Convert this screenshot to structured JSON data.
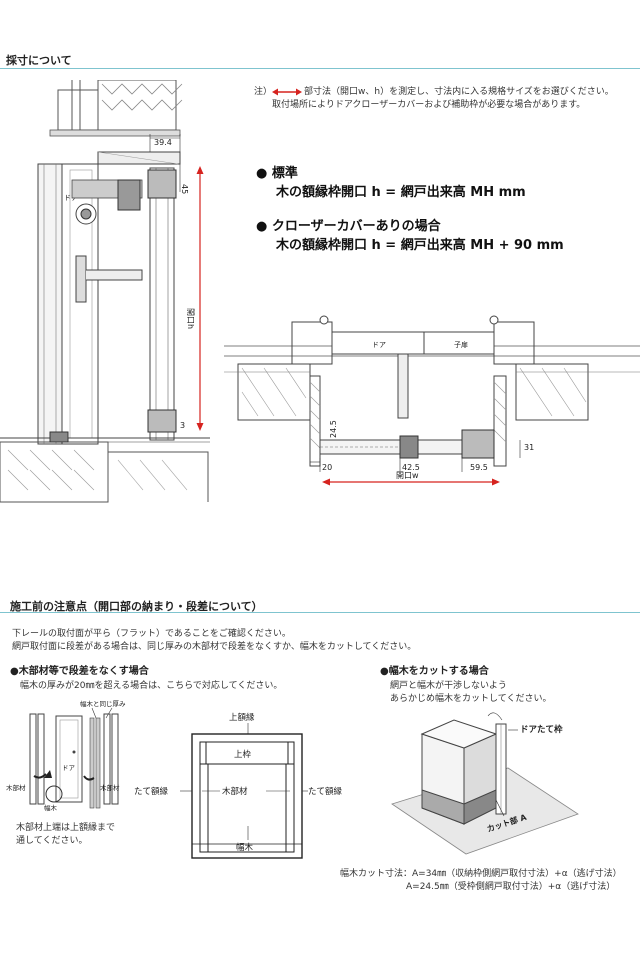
{
  "section1": {
    "title": "採寸について",
    "note_prefix": "注）",
    "note_line1": "部寸法（開口w、h）を測定し、寸法内に入る規格サイズをお選びください。",
    "note_line2": "取付場所によりドアクローザーカバーおよび補助枠が必要な場合があります。",
    "standard_heading": "● 標準",
    "standard_formula": "木の額縁枠開口 h = 網戸出来高 MH mm",
    "closer_heading": "● クローザーカバーありの場合",
    "closer_formula": "木の額縁枠開口 h = 網戸出来高 MH + 90 mm",
    "side_view": {
      "dim_39_4": "39.4",
      "dim_45": "45",
      "dim_3": "3",
      "label_opening_h": "開口h",
      "label_door": "ドア"
    },
    "plan_view": {
      "label_door": "ドア",
      "label_child_door": "子扉",
      "dim_24_5": "24.5",
      "dim_20": "20",
      "dim_42_5": "42.5",
      "dim_59_5": "59.5",
      "dim_31": "31",
      "label_opening_w": "開口w"
    }
  },
  "section2": {
    "title": "施工前の注意点（開口部の納まり・段差について）",
    "intro_line1": "下レールの取付面が平ら（フラット）であることをご確認ください。",
    "intro_line2": "網戸取付面に段差がある場合は、同じ厚みの木部材で段差をなくすか、幅木をカットしてください。",
    "left": {
      "heading": "●木部材等で段差をなくす場合",
      "sub": "幅木の厚みが20㎜を超える場合は、こちらで対応してください。",
      "label_baseboard_thickness": "幅木と同じ厚み",
      "label_door": "ドア",
      "label_wood_left": "木部材",
      "label_wood_right": "木部材",
      "label_baseboard": "幅木",
      "caption_line1": "木部材上端は上額縁まで",
      "caption_line2": "通してください。",
      "frame_top": "上額縁",
      "frame_upper": "上枠",
      "frame_left": "たて額縁",
      "frame_center": "木部材",
      "frame_right": "たて額縁",
      "frame_bottom": "幅木"
    },
    "right": {
      "heading": "●幅木をカットする場合",
      "sub_line1": "網戸と幅木が干渉しないよう",
      "sub_line2": "あらかじめ幅木をカットしてください。",
      "label_door_frame": "ドアたて枠",
      "label_cut": "カット部 A",
      "formula_line1": "幅木カット寸法：A=34㎜（収納枠側網戸取付寸法）+α（逃げ寸法）",
      "formula_line2": "A=24.5㎜（受枠側網戸取付寸法）+α（逃げ寸法）"
    }
  },
  "colors": {
    "accent_line": "#7fc4cf",
    "arrow_red": "#d6231f",
    "hatch": "#888888",
    "gray_fill": "#bdbdbd"
  }
}
